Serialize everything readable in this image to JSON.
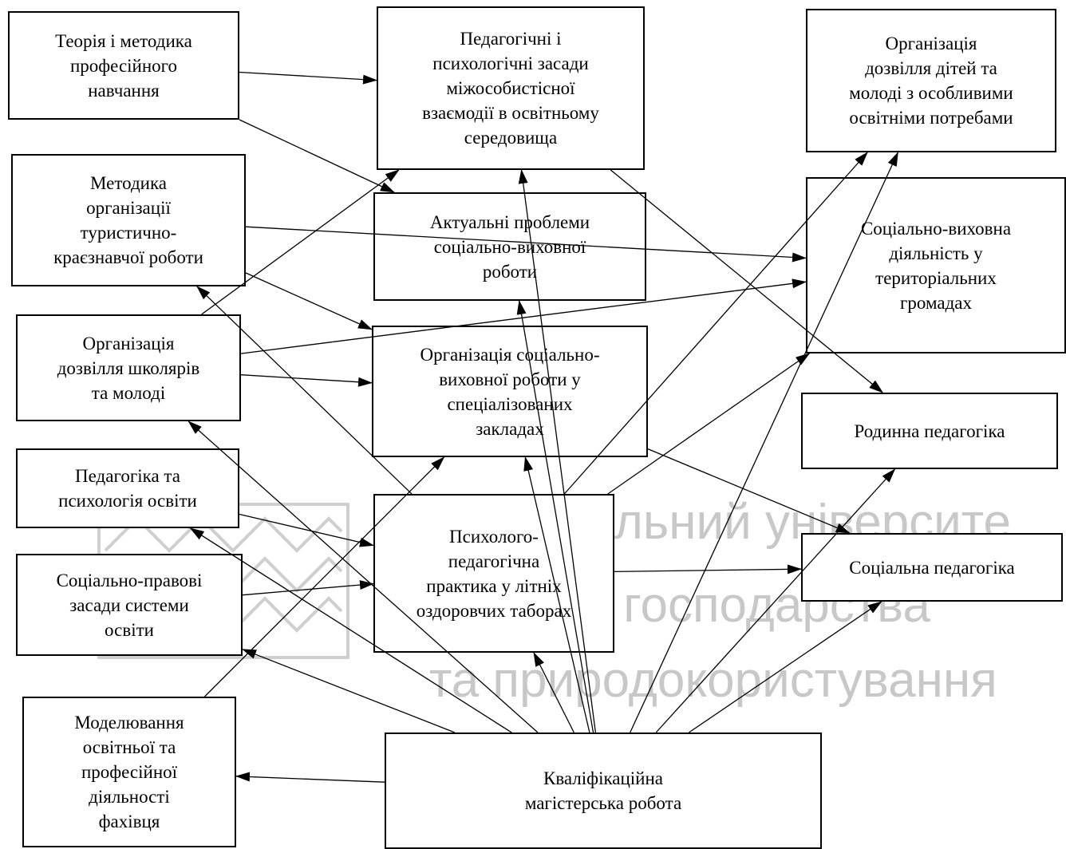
{
  "watermark": {
    "line1": "Національний університе",
    "line2": "водного господарства",
    "line3": "та природокористування"
  },
  "nodes": {
    "theory": {
      "lines": [
        "Теорія і методика",
        "професійного",
        "навчання"
      ]
    },
    "tourism": {
      "lines": [
        "Методика",
        "організації",
        "туристично-",
        "краєзнавчої роботи"
      ]
    },
    "leisure": {
      "lines": [
        "Організація",
        "дозвілля школярів",
        "та молоді"
      ]
    },
    "pedpsy": {
      "lines": [
        "Педагогіка та",
        "психологія освіти"
      ]
    },
    "legal": {
      "lines": [
        "Соціально-правові",
        "засади системи",
        "освіти"
      ]
    },
    "modeling": {
      "lines": [
        "Моделювання",
        "освітньої та",
        "професійної",
        "діяльності",
        "фахівця"
      ]
    },
    "interaction": {
      "lines": [
        "Педагогічні і",
        "психологічні засади",
        "міжособистісної",
        "взаємодії в освітньому",
        "середовища"
      ]
    },
    "actual": {
      "lines": [
        "Актуальні проблеми",
        "соціально-виховної",
        "роботи"
      ]
    },
    "specialized": {
      "lines": [
        "Організація соціально-",
        "виховної роботи у",
        "спеціалізованих",
        "закладах"
      ]
    },
    "practice": {
      "lines": [
        "Психолого-",
        "педагогічна",
        "практика у літніх",
        "оздоровчих таборах"
      ]
    },
    "special_needs": {
      "lines": [
        "Організація",
        "дозвілля дітей та",
        "молоді з особливими",
        "освітніми потребами"
      ]
    },
    "community": {
      "lines": [
        "Соціально-виховна",
        "діяльність у",
        "територіальних",
        "громадах"
      ]
    },
    "family": {
      "lines": [
        "Родинна педагогіка"
      ]
    },
    "social": {
      "lines": [
        "Соціальна педагогіка"
      ]
    },
    "thesis": {
      "lines": [
        "Кваліфікаційна",
        "магістерська           робота"
      ]
    }
  },
  "edges": [
    {
      "from": "theory",
      "to": "interaction"
    },
    {
      "from": "theory",
      "to": "actual"
    },
    {
      "from": "tourism",
      "to": "community"
    },
    {
      "from": "tourism",
      "to": "specialized"
    },
    {
      "from": "leisure",
      "to": "interaction"
    },
    {
      "from": "leisure",
      "to": "specialized"
    },
    {
      "from": "leisure",
      "to": "community"
    },
    {
      "from": "pedpsy",
      "to": "practice"
    },
    {
      "from": "legal",
      "to": "practice"
    },
    {
      "from": "modeling",
      "to": "specialized"
    },
    {
      "from": "interaction",
      "to": "family"
    },
    {
      "from": "specialized",
      "to": "social"
    },
    {
      "from": "practice",
      "to": "tourism"
    },
    {
      "from": "practice",
      "to": "social"
    },
    {
      "from": "practice",
      "to": "special_needs"
    },
    {
      "from": "practice",
      "to": "community"
    },
    {
      "from": "thesis",
      "to": "modeling"
    },
    {
      "from": "thesis",
      "to": "legal"
    },
    {
      "from": "thesis",
      "to": "pedpsy"
    },
    {
      "from": "thesis",
      "to": "leisure"
    },
    {
      "from": "thesis",
      "to": "practice"
    },
    {
      "from": "thesis",
      "to": "interaction"
    },
    {
      "from": "thesis",
      "to": "actual"
    },
    {
      "from": "thesis",
      "to": "specialized"
    },
    {
      "from": "thesis",
      "to": "special_needs"
    },
    {
      "from": "thesis",
      "to": "family"
    },
    {
      "from": "thesis",
      "to": "social"
    }
  ]
}
